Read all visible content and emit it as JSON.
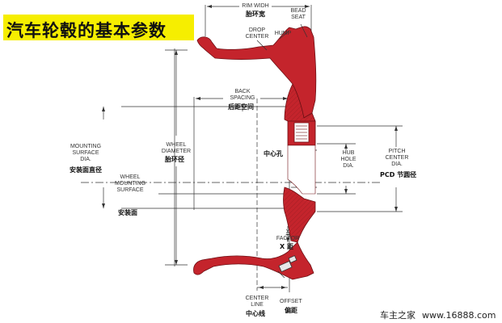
{
  "title": "汽车轮毂的基本参数",
  "labels": {
    "rim_width_en": "RIM WIDH",
    "rim_width_cn": "胎环宽",
    "bead_seat_en_1": "BEAD",
    "bead_seat_en_2": "SEAT",
    "drop_center_en_1": "DROP",
    "drop_center_en_2": "CENTER",
    "hump_en": "HUMP",
    "back_spacing_en_1": "BACK",
    "back_spacing_en_2": "SPACING",
    "back_spacing_cn": "后距空间",
    "mounting_surface_dia_en_1": "MOUNTING",
    "mounting_surface_dia_en_2": "SURFACE",
    "mounting_surface_dia_en_3": "DIA.",
    "mounting_surface_dia_cn": "安装面直径",
    "wheel_diameter_en_1": "WHEEL",
    "wheel_diameter_en_2": "DIAMETER",
    "wheel_diameter_cn": "胎环径",
    "center_bore_cn": "中心孔",
    "hub_hole_dia_en_1": "HUB",
    "hub_hole_dia_en_2": "HOLE",
    "hub_hole_dia_en_3": "DIA.",
    "pitch_center_dia_en_1": "PITCH",
    "pitch_center_dia_en_2": "CENTER",
    "pitch_center_dia_en_3": "DIA.",
    "pitch_center_dia_cn": "PCD 节圆径",
    "wheel_mounting_surface_en_1": "WHEEL",
    "wheel_mounting_surface_en_2": "MOUNTING",
    "wheel_mounting_surface_en_3": "SURFACE",
    "mounting_surface_cn": "安装面",
    "x_factor_en_1": "X",
    "x_factor_en_2": "FACTOR",
    "x_factor_cn": "X 距",
    "center_line_en_1": "CENTER",
    "center_line_en_2": "LINE",
    "center_line_cn": "中心线",
    "offset_en": "OFFSET",
    "offset_cn": "偏距"
  },
  "watermark": {
    "brand": "车主之家",
    "site": "www.16888.com"
  },
  "colors": {
    "title_background": "#f6ee00",
    "wheel_fill": "#c4242c",
    "line": "#333333"
  }
}
